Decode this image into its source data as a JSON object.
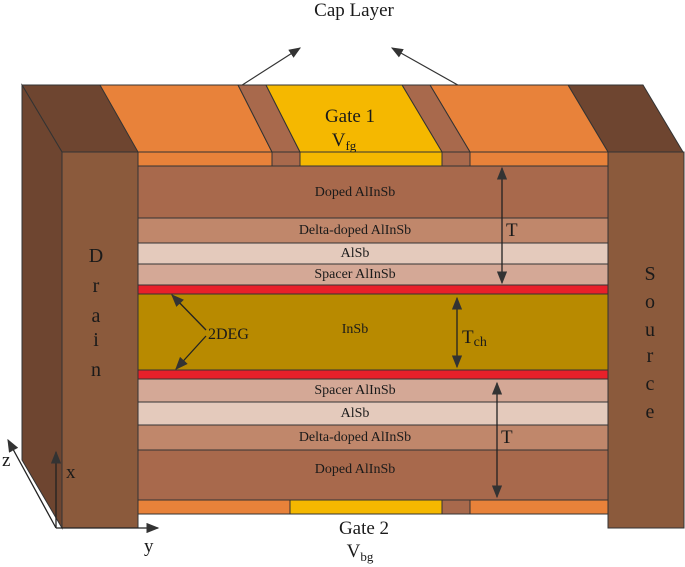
{
  "title": "Cap Layer",
  "gate_top": {
    "name": "Gate 1",
    "voltage_main": "V",
    "voltage_sub": "fg"
  },
  "gate_bottom": {
    "name": "Gate 2",
    "voltage_main": "V",
    "voltage_sub": "bg"
  },
  "drain_letters": [
    "D",
    "r",
    "a",
    "i",
    "n"
  ],
  "source_letters": [
    "S",
    "o",
    "u",
    "r",
    "c",
    "e"
  ],
  "layers_top": {
    "doped": "Doped AlInSb",
    "delta": "Delta-doped AlInSb",
    "alsb": "AlSb",
    "spacer": "Spacer AlInSb"
  },
  "channel": {
    "material": "InSb",
    "thickness_main": "T",
    "thickness_sub": "ch",
    "gas_label": "2DEG"
  },
  "layers_bottom": {
    "spacer": "Spacer AlInSb",
    "alsb": "AlSb",
    "delta": "Delta-doped AlInSb",
    "doped": "Doped AlInSb"
  },
  "thickness_top": "T",
  "thickness_bottom": "T",
  "axes": {
    "z": "z",
    "x": "x",
    "y": "y"
  },
  "colors": {
    "contact": "#8B5A3C",
    "contact_dark": "#6E4530",
    "cap": "#E8823A",
    "gate": "#F5B800",
    "doped": "#A8694C",
    "delta": "#C0876B",
    "alsb": "#E4CABC",
    "spacer": "#D4A896",
    "channel": "#B88A00",
    "delta_line": "#E8202A"
  }
}
